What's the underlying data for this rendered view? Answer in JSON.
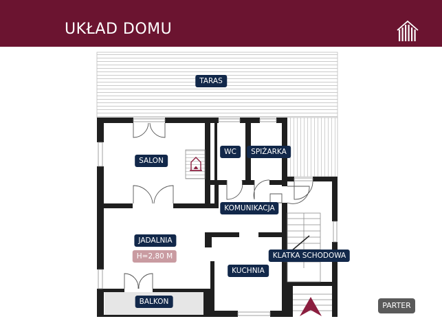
{
  "header": {
    "title": "UKŁAD DOMU"
  },
  "rooms": {
    "taras": "TARAS",
    "salon": "SALON",
    "wc": "WC",
    "spizarka": "SPIŻARKA",
    "komunikacja": "KOMUNIKACJA",
    "jadalnia": "JADALNIA",
    "kuchnia": "KUCHNIA",
    "klatka": "KLATKA SCHODOWA",
    "balkon": "BALKON"
  },
  "height_label": "H=2,80 M",
  "floor_button": "PARTER",
  "icons": [
    "building-logo-icon",
    "fireplace-icon",
    "north-arrow-icon"
  ],
  "colors": {
    "header": "#6b1430",
    "label": "#12284a",
    "height_badge": "#c99ba1",
    "wall": "#1f1f1f"
  }
}
